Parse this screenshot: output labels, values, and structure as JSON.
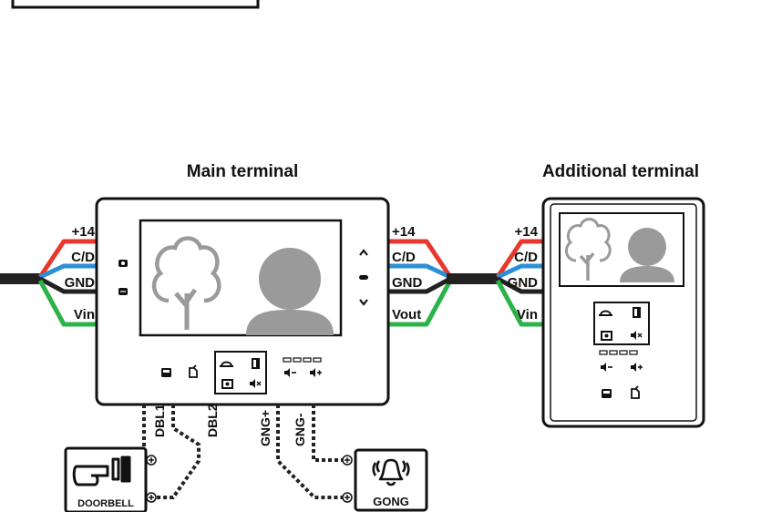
{
  "main_terminal": {
    "title": "Main terminal",
    "left_terminals": [
      "+14",
      "C/D",
      "GND",
      "Vin"
    ],
    "right_terminals": [
      "+14",
      "C/D",
      "GND",
      "Vout"
    ],
    "bottom_terminals": [
      "DBL1",
      "DBL2",
      "GNG+",
      "GNG-"
    ]
  },
  "additional_terminal": {
    "title": "Additional terminal",
    "left_terminals": [
      "+14",
      "C/D",
      "GND",
      "Vin"
    ]
  },
  "devices": {
    "doorbell_label": "DOORBELL",
    "gong_label": "GONG"
  },
  "colors": {
    "wire_plus14": "#e8372c",
    "wire_cd": "#2b8fd6",
    "wire_gnd": "#222222",
    "wire_vin": "#2bb34a",
    "placeholder_gray": "#9a9a9a"
  },
  "icons": [
    "camera-icon",
    "message-icon",
    "up-arrow-icon",
    "ok-icon",
    "down-arrow-icon",
    "intercom-icon",
    "memo-icon",
    "answer-icon",
    "door-icon",
    "snapshot-icon",
    "mute-icon",
    "volume-down-icon",
    "volume-up-icon",
    "tree-icon",
    "person-icon",
    "doorbell-button-icon",
    "bell-icon",
    "screw-terminal-icon"
  ]
}
